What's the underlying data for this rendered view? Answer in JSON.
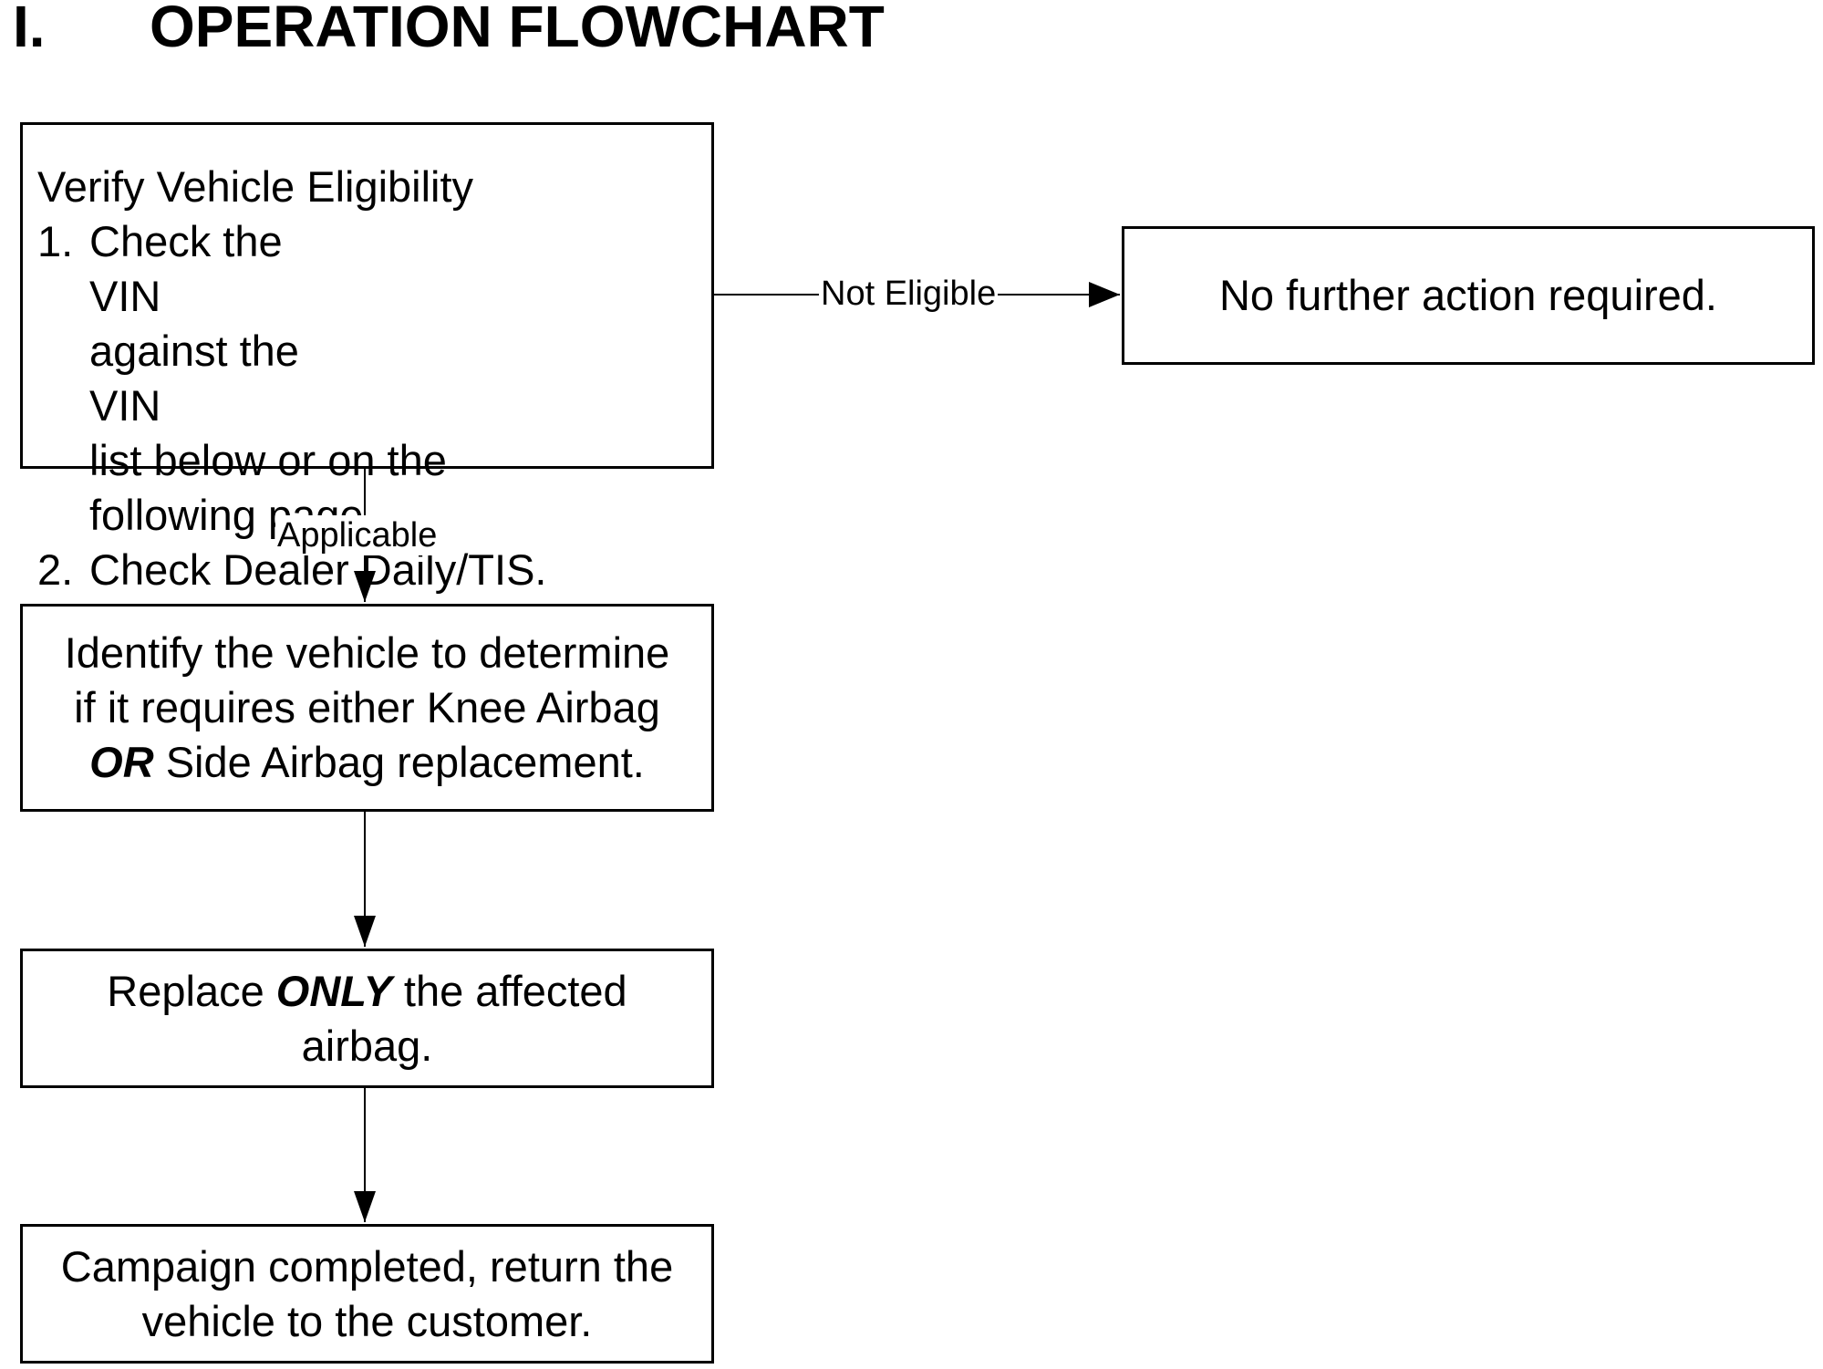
{
  "heading": {
    "number": "I.",
    "title": "OPERATION FLOWCHART"
  },
  "nodes": {
    "verify": {
      "heading": "Verify Vehicle Eligibility",
      "steps": [
        {
          "marker": "1.",
          "lines": [
            [
              {
                "t": "Check the ",
                "s": ""
              },
              {
                "t": "VIN",
                "s": ""
              },
              {
                "t": " against the",
                "s": ""
              }
            ],
            [
              {
                "t": "VIN",
                "s": ""
              },
              {
                "t": " list below or on the",
                "s": ""
              }
            ],
            [
              {
                "t": "following page.",
                "s": ""
              }
            ]
          ]
        },
        {
          "marker": "2.",
          "lines": [
            [
              {
                "t": "Check Dealer Daily/TIS.",
                "s": ""
              }
            ]
          ]
        }
      ]
    },
    "no_action": {
      "lines": [
        [
          {
            "t": "No further action required.",
            "s": ""
          }
        ]
      ]
    },
    "identify": {
      "lines": [
        [
          {
            "t": "Identify the vehicle to determine",
            "s": ""
          }
        ],
        [
          {
            "t": "if it requires either Knee Airbag",
            "s": ""
          }
        ],
        [
          {
            "t": "OR",
            "s": "bi"
          },
          {
            "t": " Side Airbag replacement.",
            "s": ""
          }
        ]
      ]
    },
    "replace": {
      "lines": [
        [
          {
            "t": "Replace ",
            "s": ""
          },
          {
            "t": "ONLY",
            "s": "bi"
          },
          {
            "t": " the affected",
            "s": ""
          }
        ],
        [
          {
            "t": "airbag.",
            "s": ""
          }
        ]
      ]
    },
    "complete": {
      "lines": [
        [
          {
            "t": "Campaign completed, return the",
            "s": ""
          }
        ],
        [
          {
            "t": "vehicle to the customer.",
            "s": ""
          }
        ]
      ]
    }
  },
  "edges": {
    "not_eligible": "Not Eligible",
    "applicable": "Applicable"
  }
}
